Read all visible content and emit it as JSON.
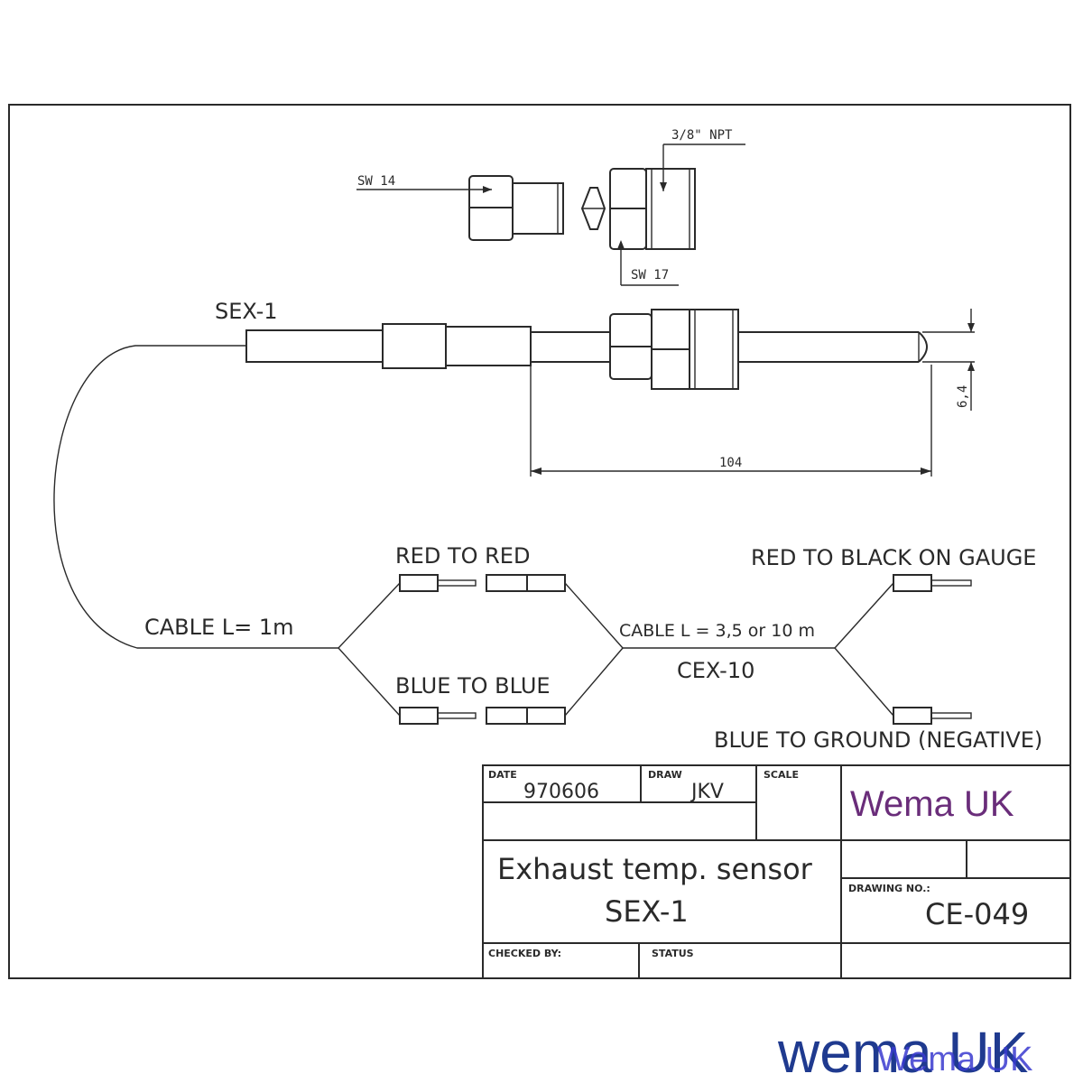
{
  "labels": {
    "sw14": "SW 14",
    "npt": "3/8\" NPT",
    "sw17": "SW 17",
    "sex1": "SEX-1",
    "dim_dia": "6,4",
    "dim_len": "104",
    "red_to_red": "RED TO RED",
    "blue_to_blue": "BLUE TO BLUE",
    "cable_1m": "CABLE L= 1m",
    "cable_long": "CABLE L = 3,5 or 10 m",
    "cex10": "CEX-10",
    "red_to_black": "RED TO BLACK ON GAUGE",
    "blue_to_ground": "BLUE TO GROUND (NEGATIVE)"
  },
  "title_block": {
    "date_label": "DATE",
    "date_value": "970606",
    "draw_label": "DRAW",
    "draw_value": "JKV",
    "scale_label": "SCALE",
    "company": "Wema UK",
    "title_line1": "Exhaust temp. sensor",
    "title_line2": "SEX-1",
    "drawing_no_label": "DRAWING NO.:",
    "drawing_no_value": "CE-049",
    "checked_label": "CHECKED BY:",
    "status_label": "STATUS"
  },
  "watermark": {
    "big": "wema UK",
    "small": "Wema UK"
  },
  "colors": {
    "line": "#2a2a2a",
    "company": "#6a2d7a",
    "watermark_big": "#1f3a8f",
    "watermark_small": "#3a3ad0"
  }
}
